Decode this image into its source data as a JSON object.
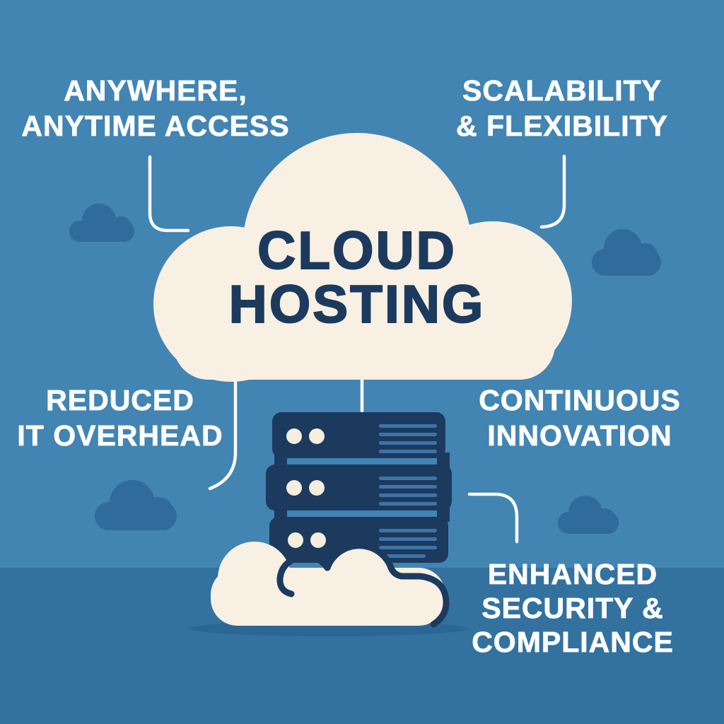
{
  "title": {
    "line1": "CLOUD",
    "line2": "HOSTING"
  },
  "labels": {
    "anywhere": {
      "line1": "ANYWHERE,",
      "line2": "ANYTIME ACCESS"
    },
    "scalability": {
      "line1": "SCALABILITY",
      "line2": "& FLEXIBILITY"
    },
    "reduced": {
      "line1": "REDUCED",
      "line2": "IT OVERHEAD"
    },
    "continuous": {
      "line1": "CONTINUOUS",
      "line2": "INNOVATION"
    },
    "enhanced": {
      "line1": "ENHANCED",
      "line2": "SECURITY &",
      "line3": "COMPLIANCE"
    }
  },
  "icons": [
    "big-cloud-icon",
    "server-stack-icon",
    "front-cloud-icon",
    "small-cloud-icon (x4 decorative)",
    "connector-line (x5)"
  ],
  "colors": {
    "background_sky": "#4284b2",
    "background_ground": "#33719f",
    "decorative_cloud": "#2f6b9c",
    "cloud_cream": "#f7f0e3",
    "navy": "#1c3a5e",
    "server_slot_line": "#3e74a6",
    "shadow": "#2c6694",
    "text_white": "#fbfdff"
  }
}
